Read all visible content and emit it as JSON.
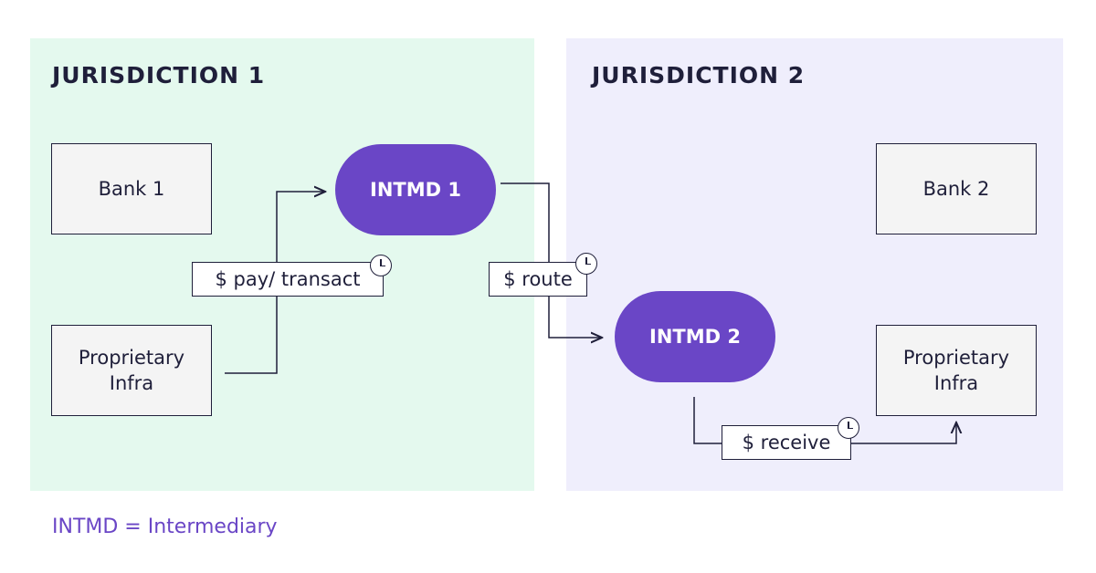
{
  "jurisdiction_1": {
    "title": "JURISDICTION 1",
    "color": "#e4f9ee"
  },
  "jurisdiction_2": {
    "title": "JURISDICTION 2",
    "color": "#efeefc"
  },
  "nodes": {
    "bank_1": "Bank 1",
    "bank_2": "Bank 2",
    "infra_1": "Proprietary\nInfra",
    "infra_2": "Proprietary\nInfra",
    "intmd_1": "INTMD 1",
    "intmd_2": "INTMD 2"
  },
  "flows": {
    "pay": {
      "label": "$ pay/ transact",
      "icon": "clock-icon"
    },
    "route": {
      "label": "$ route",
      "icon": "clock-icon"
    },
    "receive": {
      "label": "$ receive",
      "icon": "clock-icon"
    }
  },
  "footnote": "INTMD = Intermediary",
  "colors": {
    "accent": "#6a46c6",
    "ink": "#1f1f3a",
    "box_fill": "#f4f4f4"
  }
}
